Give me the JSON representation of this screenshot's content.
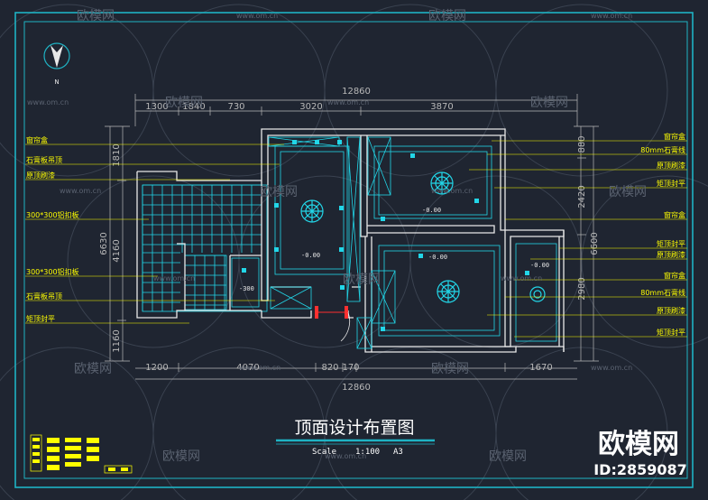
{
  "title": "顶面设计布置图",
  "scale_label": "Scale",
  "scale_value": "1:100",
  "paper_size": "A3",
  "north_label": "N",
  "watermark": {
    "brand": "欧模网",
    "url": "www.om.cn",
    "id_text": "ID:2859087"
  },
  "dimensions": {
    "top_total": "12860",
    "top_segments": [
      "1300",
      "1840",
      "730",
      "3020",
      "3870"
    ],
    "bottom_total": "12860",
    "bottom_segments": [
      "1200",
      "4070",
      "820",
      "170",
      "1670"
    ],
    "left_segments": [
      "1810",
      "4160",
      "1160"
    ],
    "left_total": "6630",
    "right_segments": [
      "880",
      "2420",
      "2980"
    ],
    "right_total": "6600"
  },
  "left_labels": [
    "窗帘盒",
    "石膏板吊顶",
    "原顶刷漆",
    "300*300铝扣板",
    "300*300铝扣板",
    "石膏板吊顶",
    "矩顶封平"
  ],
  "right_labels": [
    "窗帘盒",
    "80mm石膏线",
    "原顶刷漆",
    "矩顶封平",
    "窗帘盒",
    "矩顶封平",
    "原顶刷漆",
    "窗帘盒",
    "80mm石膏线",
    "原顶刷漆",
    "矩顶封平"
  ],
  "levels": [
    "-0.00",
    "-0.00",
    "-0.00",
    "-0.00",
    "-300"
  ],
  "colors": {
    "background": "#1f2531",
    "frame": "#1fb3c4",
    "wall": "#e8e8e8",
    "annotation": "#ffff00",
    "fixture": "#22d6e8",
    "door": "#ff3030",
    "dimension": "#b8b8b8"
  }
}
